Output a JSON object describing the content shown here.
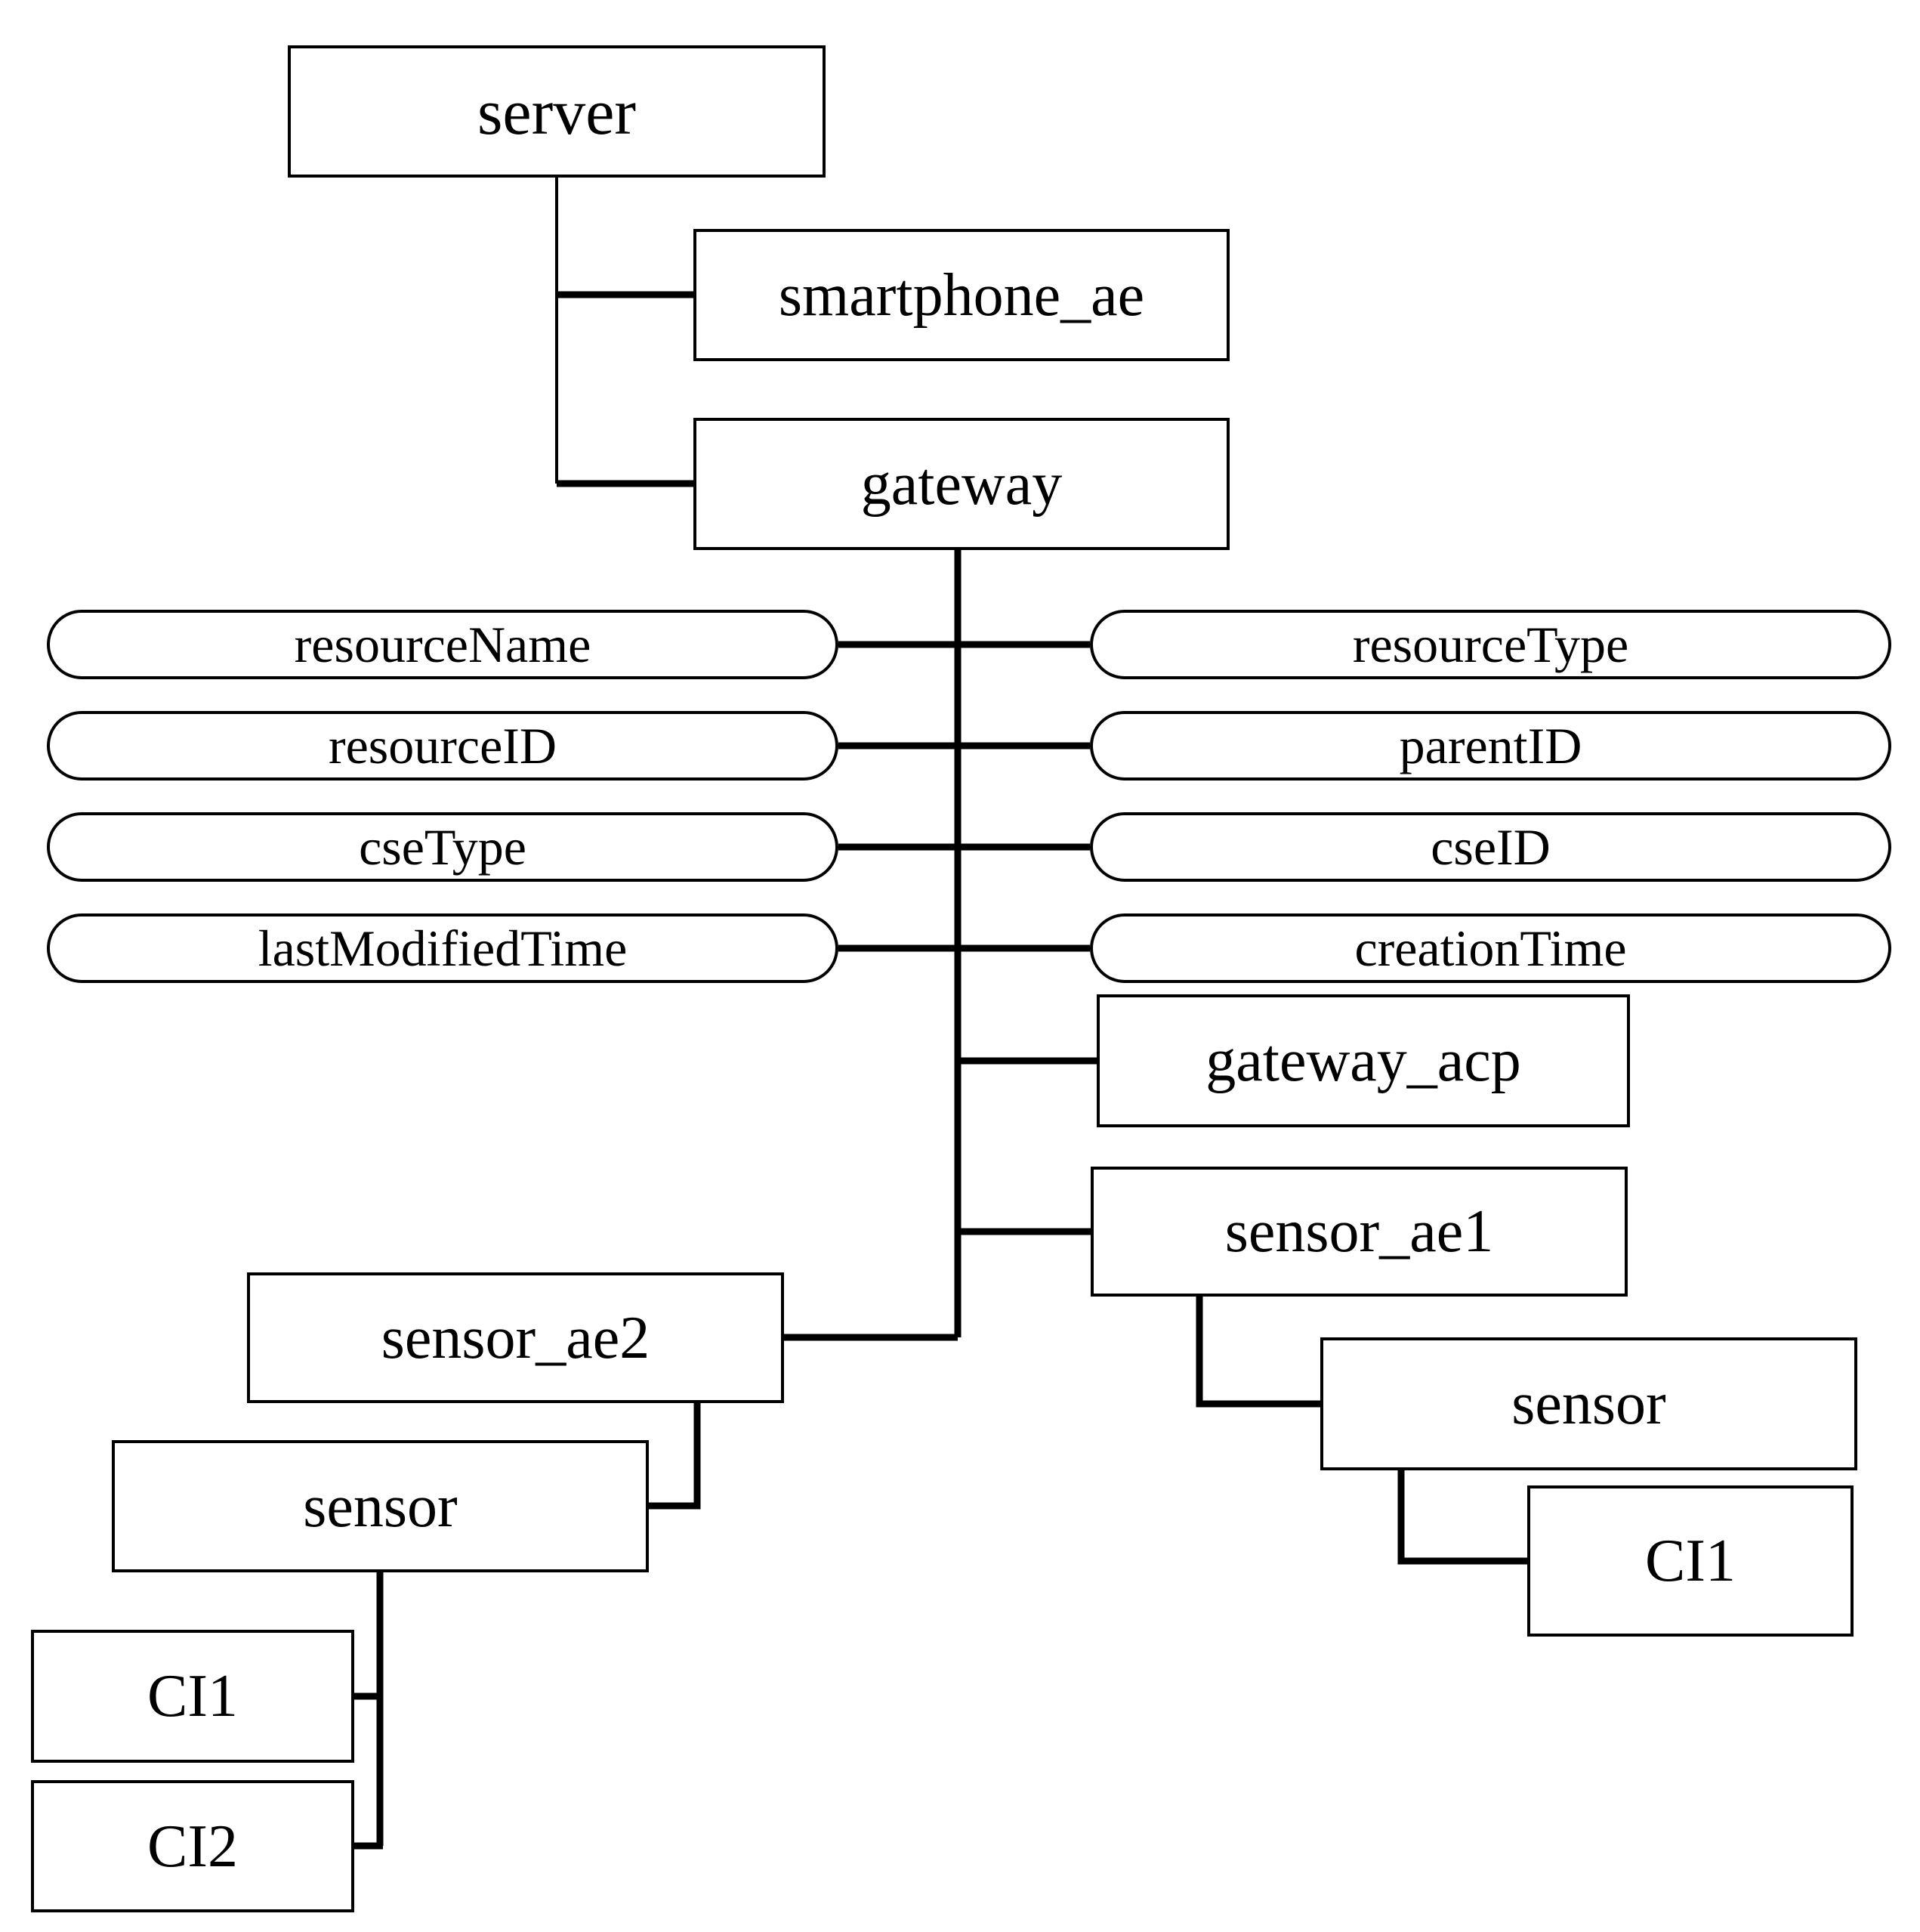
{
  "colors": {
    "line": "#000000",
    "background": "#ffffff",
    "box_fill": "#ffffff",
    "box_border": "#000000",
    "text": "#000000"
  },
  "nodes": {
    "server": {
      "label": "server",
      "shape": "rect"
    },
    "smartphone_ae": {
      "label": "smartphone_ae",
      "shape": "rect"
    },
    "gateway": {
      "label": "gateway",
      "shape": "rect"
    },
    "resourceName": {
      "label": "resourceName",
      "shape": "pill"
    },
    "resourceType": {
      "label": "resourceType",
      "shape": "pill"
    },
    "resourceID": {
      "label": "resourceID",
      "shape": "pill"
    },
    "parentID": {
      "label": "parentID",
      "shape": "pill"
    },
    "cseType": {
      "label": "cseType",
      "shape": "pill"
    },
    "cseID": {
      "label": "cseID",
      "shape": "pill"
    },
    "lastModifiedTime": {
      "label": "lastModifiedTime",
      "shape": "pill"
    },
    "creationTime": {
      "label": "creationTime",
      "shape": "pill"
    },
    "gateway_acp": {
      "label": "gateway_acp",
      "shape": "rect"
    },
    "sensor_ae1": {
      "label": "sensor_ae1",
      "shape": "rect"
    },
    "sensor_ae2": {
      "label": "sensor_ae2",
      "shape": "rect"
    },
    "sensor_under_ae1": {
      "label": "sensor",
      "shape": "rect"
    },
    "ci1_under_ae1": {
      "label": "CI1",
      "shape": "rect"
    },
    "sensor_under_ae2": {
      "label": "sensor",
      "shape": "rect"
    },
    "ci1_under_ae2": {
      "label": "CI1",
      "shape": "rect"
    },
    "ci2_under_ae2": {
      "label": "CI2",
      "shape": "rect"
    }
  },
  "edges": [
    {
      "from": "server",
      "to": "smartphone_ae"
    },
    {
      "from": "server",
      "to": "gateway"
    },
    {
      "from": "gateway",
      "to": "resourceName"
    },
    {
      "from": "gateway",
      "to": "resourceType"
    },
    {
      "from": "gateway",
      "to": "resourceID"
    },
    {
      "from": "gateway",
      "to": "parentID"
    },
    {
      "from": "gateway",
      "to": "cseType"
    },
    {
      "from": "gateway",
      "to": "cseID"
    },
    {
      "from": "gateway",
      "to": "lastModifiedTime"
    },
    {
      "from": "gateway",
      "to": "creationTime"
    },
    {
      "from": "gateway",
      "to": "gateway_acp"
    },
    {
      "from": "gateway",
      "to": "sensor_ae1"
    },
    {
      "from": "gateway",
      "to": "sensor_ae2"
    },
    {
      "from": "sensor_ae1",
      "to": "sensor_under_ae1"
    },
    {
      "from": "sensor_under_ae1",
      "to": "ci1_under_ae1"
    },
    {
      "from": "sensor_ae2",
      "to": "sensor_under_ae2"
    },
    {
      "from": "sensor_under_ae2",
      "to": "ci1_under_ae2"
    },
    {
      "from": "sensor_under_ae2",
      "to": "ci2_under_ae2"
    }
  ]
}
